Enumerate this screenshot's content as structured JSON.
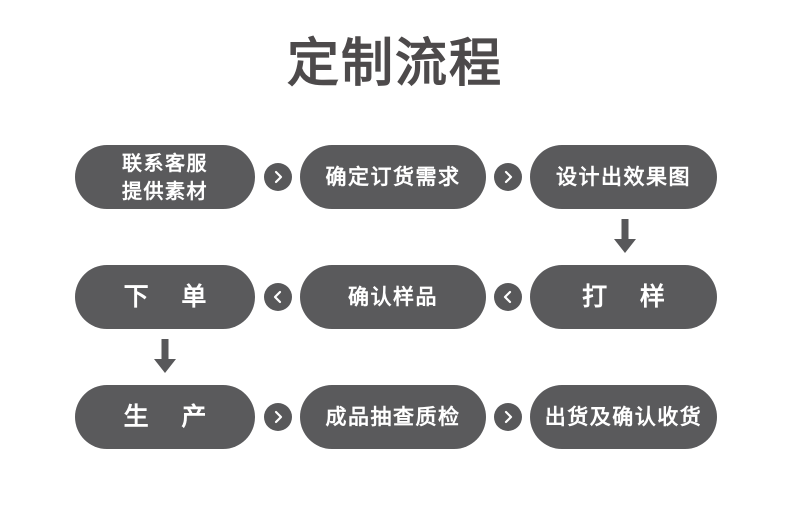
{
  "page": {
    "title": "定制流程",
    "background_color": "#ffffff",
    "title_color": "#4d4a4b",
    "node_color": "#5a5a5c",
    "node_text_color": "#ffffff",
    "connector_color": "#58585a",
    "arrow_color": "#58585a"
  },
  "flow": {
    "rows": [
      {
        "direction": "right",
        "nodes": [
          {
            "lines": [
              "联系客服",
              "提供素材"
            ]
          },
          {
            "lines": [
              "确定订货需求"
            ]
          },
          {
            "lines": [
              "设计出效果图"
            ]
          }
        ],
        "connectors": [
          "chevron-right-icon",
          "chevron-right-icon"
        ]
      },
      {
        "direction": "left",
        "nodes": [
          {
            "lines": [
              "下 单"
            ]
          },
          {
            "lines": [
              "确认样品"
            ]
          },
          {
            "lines": [
              "打 样"
            ]
          }
        ],
        "connectors": [
          "chevron-left-icon",
          "chevron-left-icon"
        ]
      },
      {
        "direction": "right",
        "nodes": [
          {
            "lines": [
              "生 产"
            ]
          },
          {
            "lines": [
              "成品抽查质检"
            ]
          },
          {
            "lines": [
              "出货及确认收货"
            ]
          }
        ],
        "connectors": [
          "chevron-right-icon",
          "chevron-right-icon"
        ]
      }
    ],
    "vertical_arrows": [
      {
        "name": "arrow-down-row1-to-row2",
        "position": "right"
      },
      {
        "name": "arrow-down-row2-to-row3",
        "position": "left"
      }
    ]
  },
  "labels": {
    "r1c1_l1": "联系客服",
    "r1c1_l2": "提供素材",
    "r1c2": "确定订货需求",
    "r1c3": "设计出效果图",
    "r2c1": "下 单",
    "r2c2": "确认样品",
    "r2c3": "打 样",
    "r3c1": "生 产",
    "r3c2": "成品抽查质检",
    "r3c3": "出货及确认收货"
  }
}
